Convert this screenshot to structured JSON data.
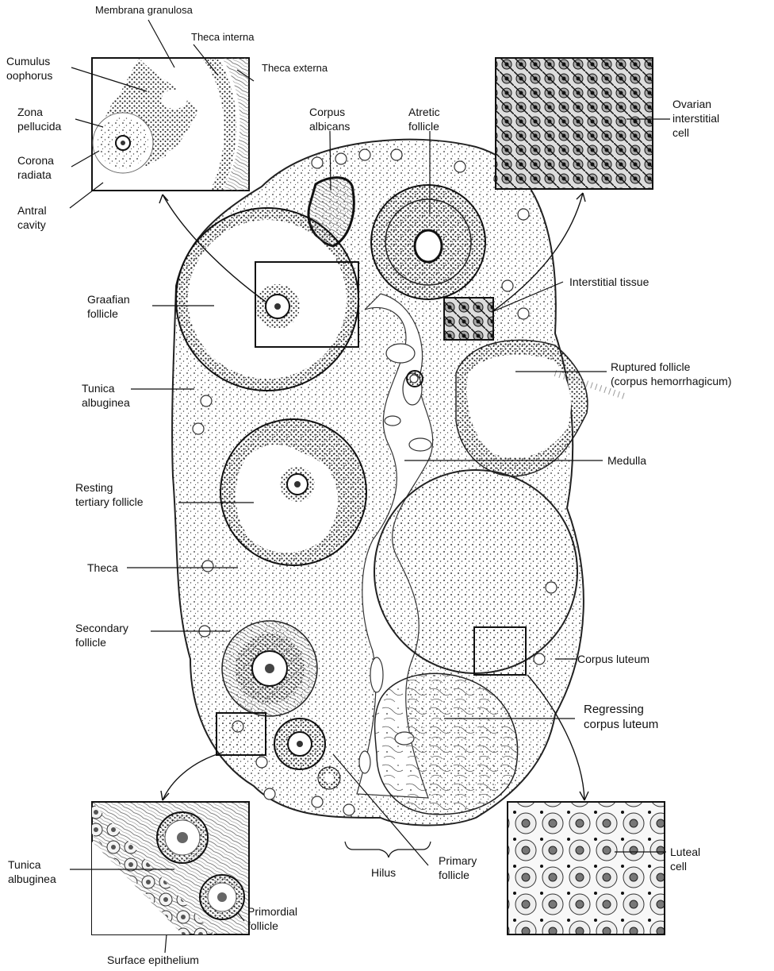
{
  "labels": {
    "membrana_granulosa": "Membrana granulosa",
    "theca_interna": "Theca interna",
    "theca_externa": "Theca externa",
    "cumulus_oophorus_1": "Cumulus",
    "cumulus_oophorus_2": "oophorus",
    "zona_pellucida_1": "Zona",
    "zona_pellucida_2": "pellucida",
    "corona_radiata_1": "Corona",
    "corona_radiata_2": "radiata",
    "antral_cavity_1": "Antral",
    "antral_cavity_2": "cavity",
    "corpus_albicans_1": "Corpus",
    "corpus_albicans_2": "albicans",
    "atretic_follicle_1": "Atretic",
    "atretic_follicle_2": "follicle",
    "ovarian_interstitial_cell_1": "Ovarian",
    "ovarian_interstitial_cell_2": "interstitial",
    "ovarian_interstitial_cell_3": "cell",
    "graafian_follicle_1": "Graafian",
    "graafian_follicle_2": "follicle",
    "interstitial_tissue": "Interstitial tissue",
    "ruptured_follicle_1": "Ruptured follicle",
    "ruptured_follicle_2": "(corpus hemorrhagicum)",
    "tunica_albuginea_top_1": "Tunica",
    "tunica_albuginea_top_2": "albuginea",
    "medulla": "Medulla",
    "resting_tertiary_1": "Resting",
    "resting_tertiary_2": "tertiary follicle",
    "theca": "Theca",
    "secondary_follicle_1": "Secondary",
    "secondary_follicle_2": "follicle",
    "corpus_luteum": "Corpus luteum",
    "regressing_cl_1": "Regressing",
    "regressing_cl_2": "corpus luteum",
    "primary_follicle_1": "Primary",
    "primary_follicle_2": "follicle",
    "luteal_cell_1": "Luteal",
    "luteal_cell_2": "cell",
    "tunica_albuginea_bottom_1": "Tunica",
    "tunica_albuginea_bottom_2": "albuginea",
    "primordial_follicle_1": "Primordial",
    "primordial_follicle_2": "follicle",
    "hilus": "Hilus",
    "surface_epithelium": "Surface epithelium"
  }
}
